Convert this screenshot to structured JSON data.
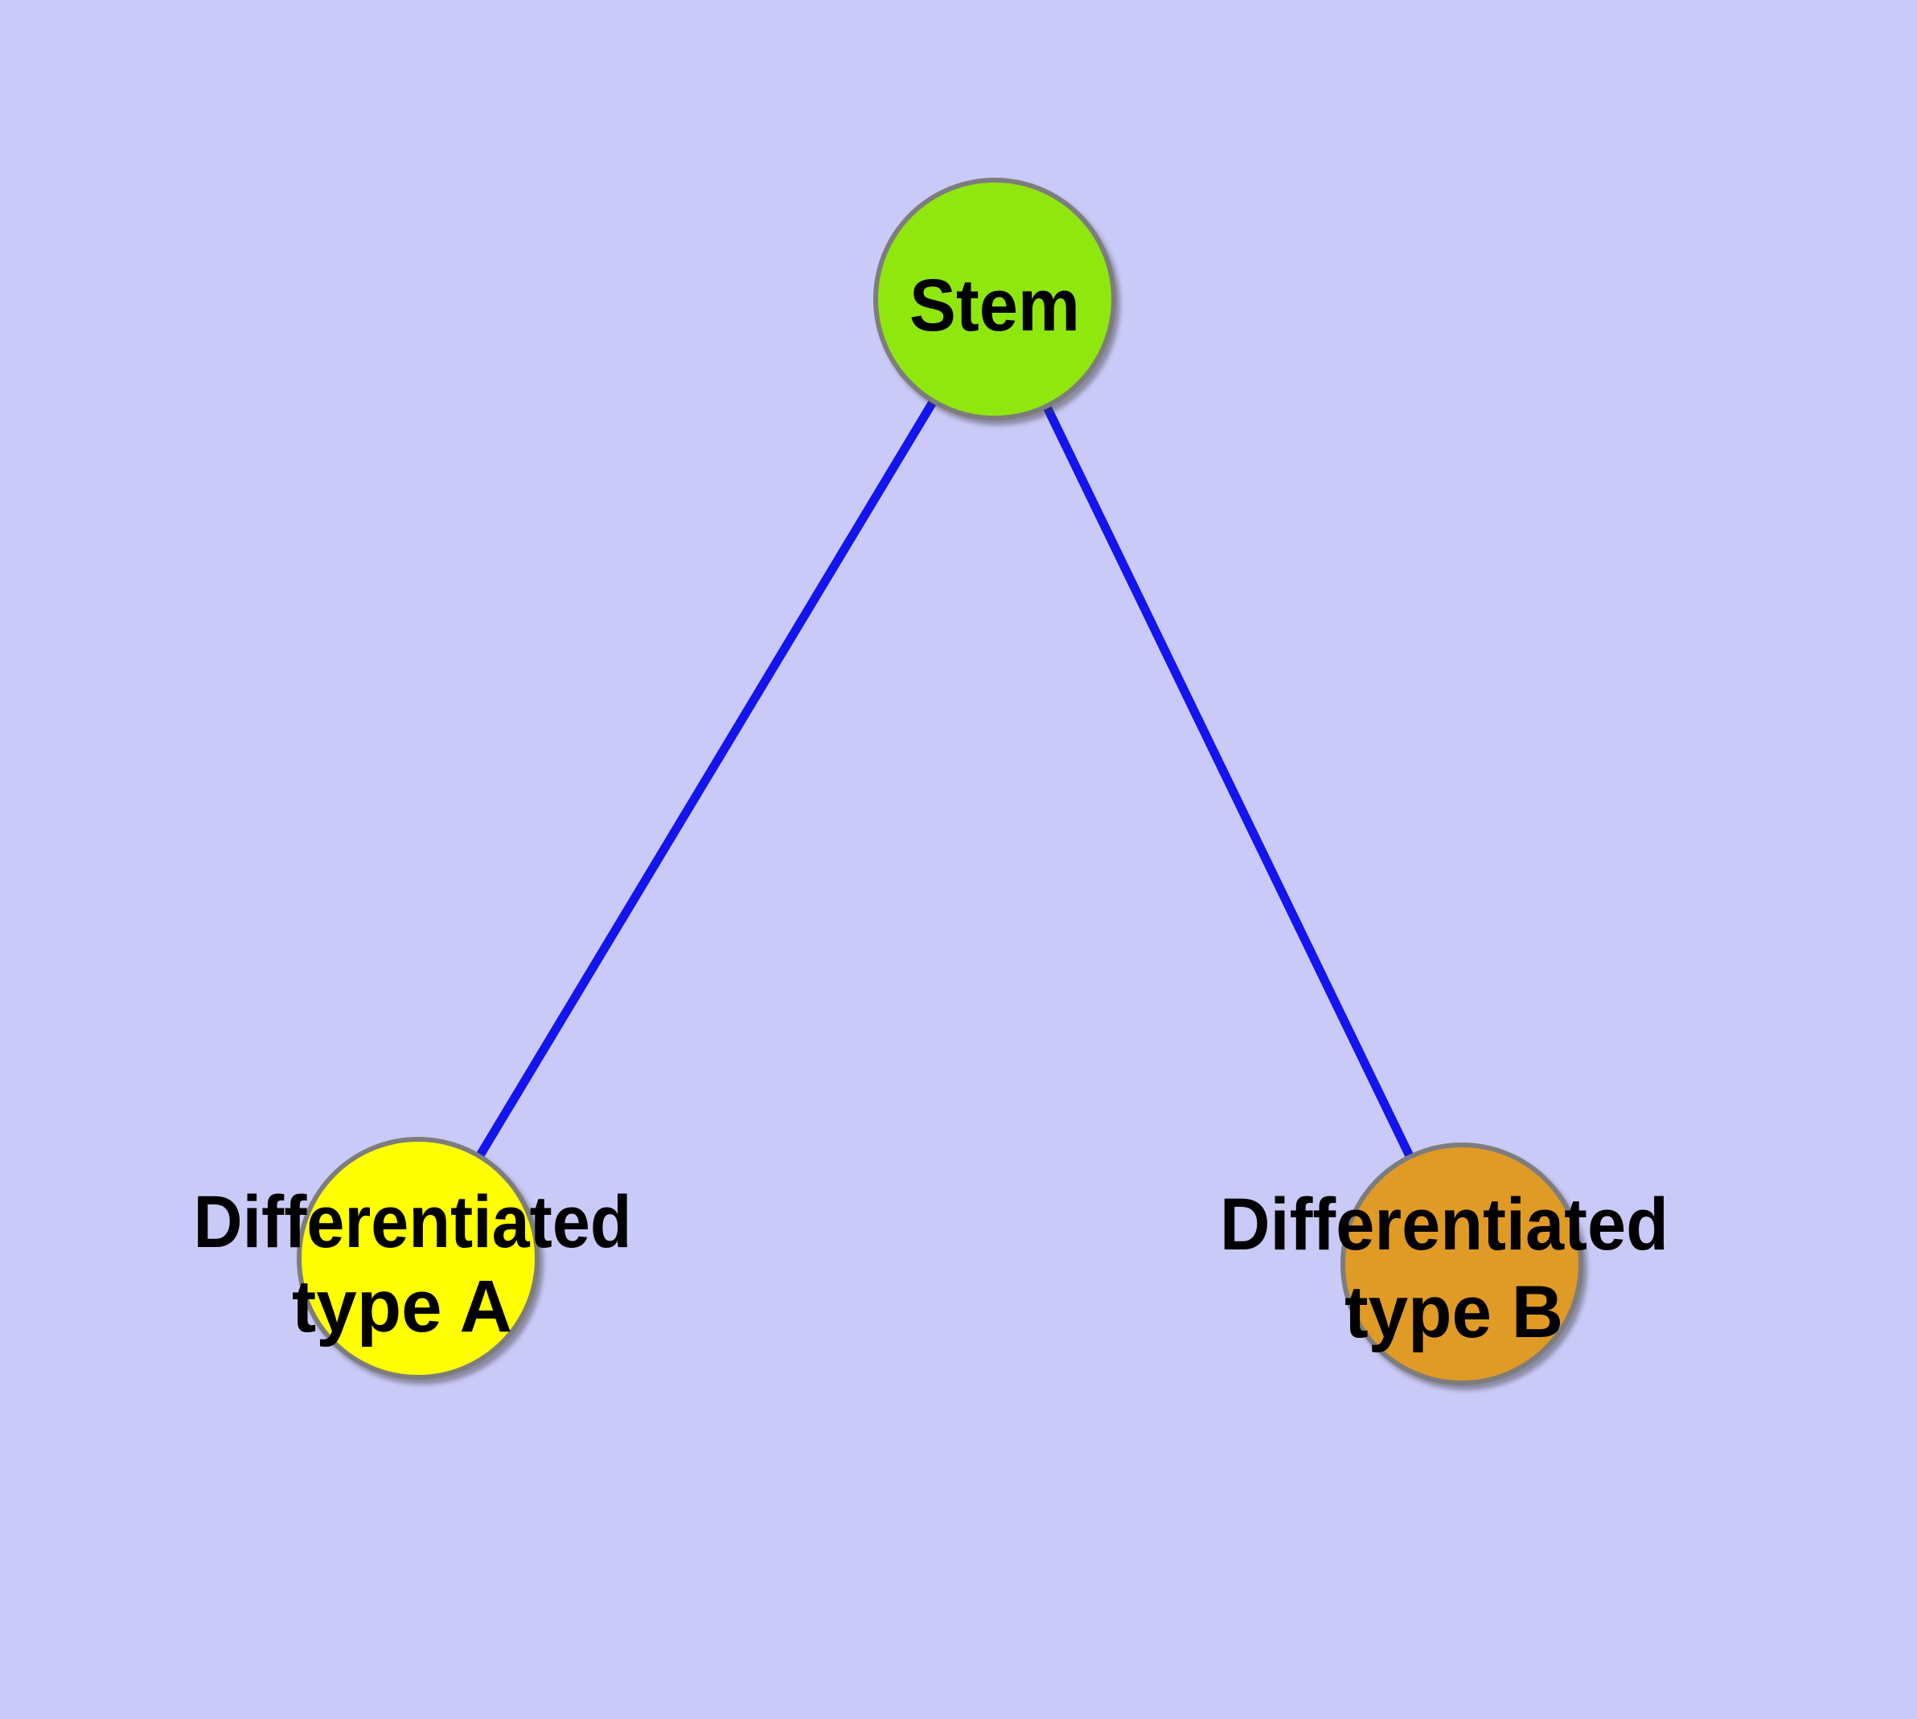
{
  "diagram": {
    "type": "node-link-graph",
    "background_color": "#cacaf8",
    "edge_color": "#1414ee",
    "node_border_color": "#7d7d7d",
    "label_color": "#000000",
    "nodes": [
      {
        "id": "stem",
        "label": "Stem",
        "fill": "#8fe70e"
      },
      {
        "id": "type-a",
        "label": "Differentiated type A",
        "line1": "Differentiated",
        "line2": "type A",
        "fill": "#ffff00"
      },
      {
        "id": "type-b",
        "label": "Differentiated type B",
        "line1": "Differentiated",
        "line2": "type B",
        "fill": "#e09a26"
      }
    ],
    "edges": [
      {
        "from": "Stem",
        "to": "Differentiated type A"
      },
      {
        "from": "Stem",
        "to": "Differentiated type B"
      }
    ]
  }
}
